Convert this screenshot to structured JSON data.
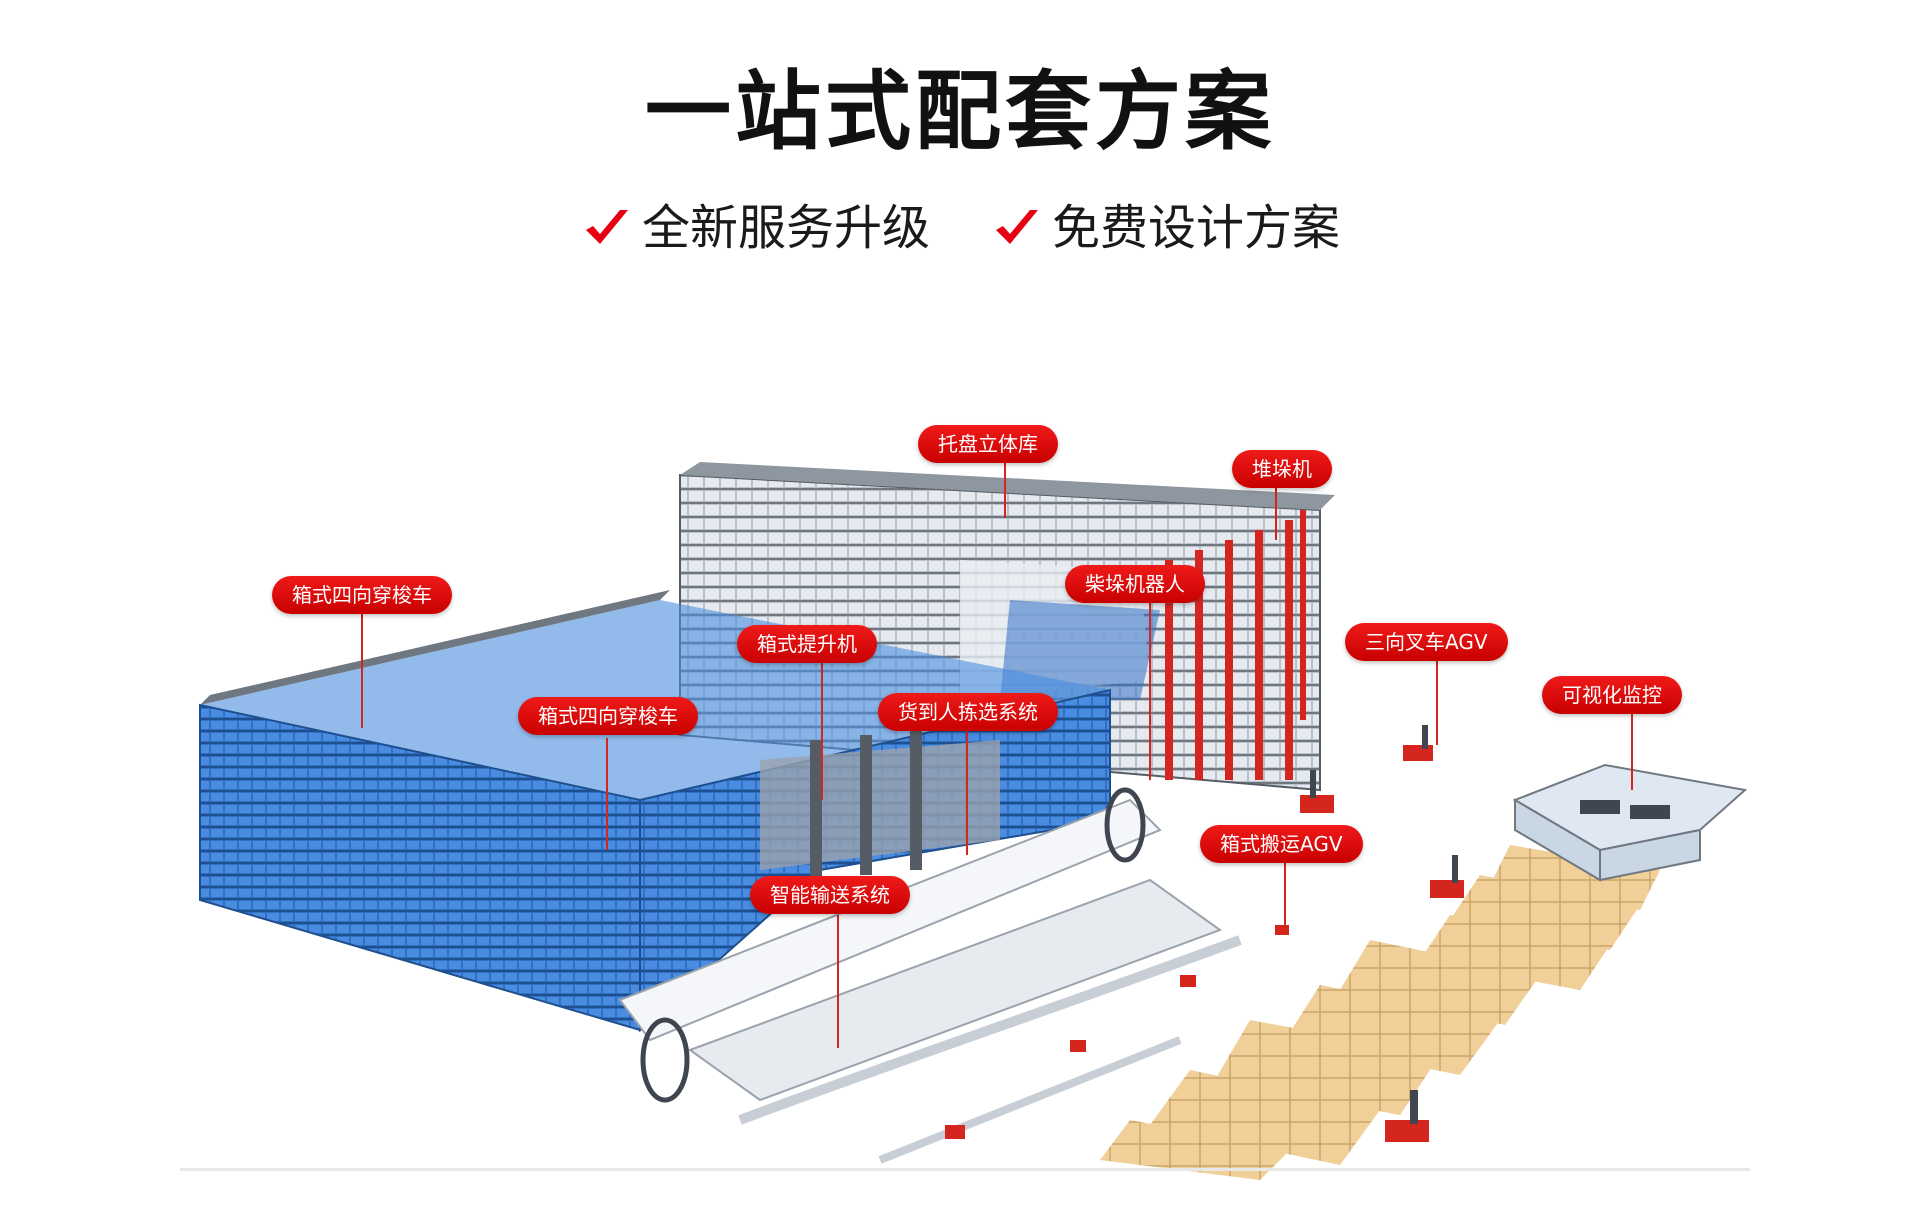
{
  "header": {
    "title": "一站式配套方案",
    "features": [
      {
        "icon": "check-icon",
        "label": "全新服务升级"
      },
      {
        "icon": "check-icon",
        "label": "免费设计方案"
      }
    ]
  },
  "colors": {
    "accent": "#e60012",
    "rack_blue": "#2f6fc4",
    "rack_grey": "#9aa3ad",
    "box_tan": "#f1cf98"
  },
  "labels": {
    "pallet_warehouse": "托盘立体库",
    "stacker": "堆垛机",
    "box_shuttle_left": "箱式四向穿梭车",
    "depalletizing_robot": "柴垛机器人",
    "box_lift": "箱式提升机",
    "agv_forklift": "三向叉车AGV",
    "box_shuttle_center": "箱式四向穿梭车",
    "goods_to_person": "货到人拣选系统",
    "visual_monitoring": "可视化监控",
    "box_agv": "箱式搬运AGV",
    "conveyor": "智能输送系统"
  }
}
